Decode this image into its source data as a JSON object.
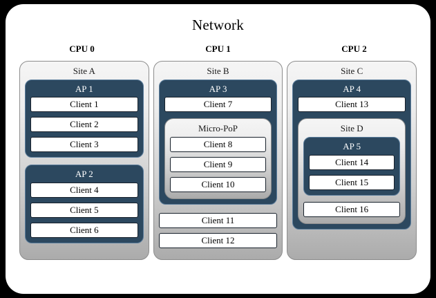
{
  "diagram": {
    "title": "Network",
    "background_color": "#000000",
    "frame_color": "#ffffff",
    "accent_ap_color": "#2c485f",
    "site_fill_top": "#f5f5f5",
    "site_fill_bottom": "#ababab",
    "client_fill": "#ffffff"
  },
  "cpus": [
    {
      "label": "CPU 0"
    },
    {
      "label": "CPU 1"
    },
    {
      "label": "CPU 2"
    }
  ],
  "columns": [
    {
      "site": {
        "label": "Site A",
        "aps": [
          {
            "label": "AP 1",
            "clients": [
              "Client 1",
              "Client 2",
              "Client 3"
            ]
          },
          {
            "label": "AP 2",
            "clients": [
              "Client 4",
              "Client 5",
              "Client 6"
            ]
          }
        ]
      }
    },
    {
      "site": {
        "label": "Site B",
        "ap": {
          "label": "AP 3",
          "clients": [
            "Client 7"
          ],
          "micropop": {
            "label": "Micro-PoP",
            "clients": [
              "Client 8",
              "Client 9",
              "Client 10"
            ]
          }
        },
        "clients": [
          "Client 11",
          "Client 12"
        ]
      }
    },
    {
      "site": {
        "label": "Site C",
        "ap": {
          "label": "AP 4",
          "clients": [
            "Client 13"
          ],
          "site": {
            "label": "Site D",
            "ap": {
              "label": "AP 5",
              "clients": [
                "Client 14",
                "Client 15"
              ]
            },
            "clients": [
              "Client 16"
            ]
          }
        }
      }
    }
  ]
}
